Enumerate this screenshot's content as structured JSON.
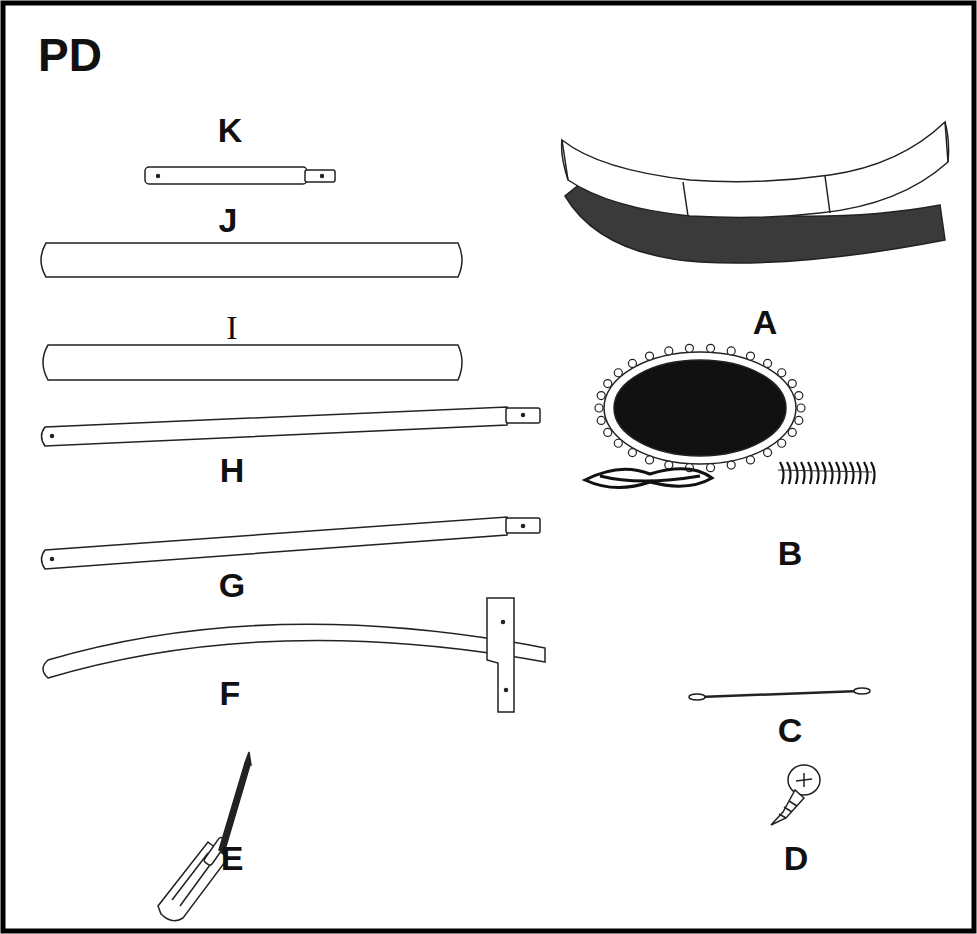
{
  "diagram": {
    "title": "PD",
    "labels": [
      "K",
      "J",
      "I",
      "H",
      "G",
      "F",
      "E",
      "A",
      "B",
      "C",
      "D"
    ]
  }
}
